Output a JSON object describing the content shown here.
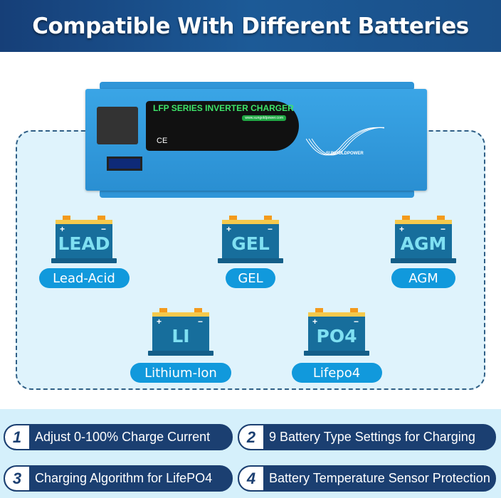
{
  "header": {
    "title": "Compatible With Different Batteries"
  },
  "inverter": {
    "label_title": "LFP SERIES INVERTER CHARGER",
    "website": "www.sungoldpower.com",
    "brand": "SUNGOLDPOWER",
    "ce_mark": "CE"
  },
  "batteries": [
    {
      "icon_text": "LEAD",
      "label": "Lead-Acid"
    },
    {
      "icon_text": "GEL",
      "label": "GEL"
    },
    {
      "icon_text": "AGM",
      "label": "AGM"
    },
    {
      "icon_text": "LI",
      "label": "Lithium-Ion"
    },
    {
      "icon_text": "PO4",
      "label": "Lifepo4"
    }
  ],
  "battery_symbols": {
    "plus": "+",
    "minus": "−"
  },
  "features": [
    {
      "num": "1",
      "text": "Adjust 0-100% Charge Current"
    },
    {
      "num": "2",
      "text": "9 Battery Type Settings for Charging"
    },
    {
      "num": "3",
      "text": "Charging Algorithm for LifePO4"
    },
    {
      "num": "4",
      "text": "Battery Temperature Sensor Protection"
    }
  ],
  "colors": {
    "header": "#1c5a97",
    "panel": "#dff3fc",
    "pill": "#1199dc",
    "feature": "#1b3f71",
    "battery": "#176e9c"
  }
}
